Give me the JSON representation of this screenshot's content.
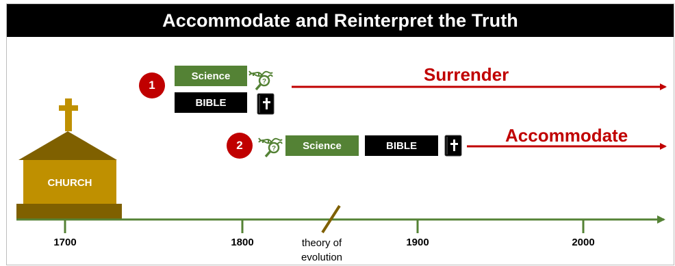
{
  "title": "Accommodate and Reinterpret the Truth",
  "church": {
    "label": "CHURCH"
  },
  "row1": {
    "number": "1",
    "science": "Science",
    "bible": "BIBLE",
    "label": "Surrender"
  },
  "row2": {
    "number": "2",
    "science": "Science",
    "bible": "BIBLE",
    "label": "Accommodate"
  },
  "timeline": {
    "years": [
      "1700",
      "1800",
      "1900",
      "2000"
    ],
    "event": "theory of evolution"
  },
  "colors": {
    "science_green": "#548235",
    "red": "#c00000",
    "timeline_green": "#548235",
    "church_gold": "#bf9000",
    "church_roof": "#7f6000",
    "church_base": "#7f6000"
  },
  "icons": [
    "dna-magnifier-icon",
    "bible-book-icon",
    "cross-icon"
  ]
}
